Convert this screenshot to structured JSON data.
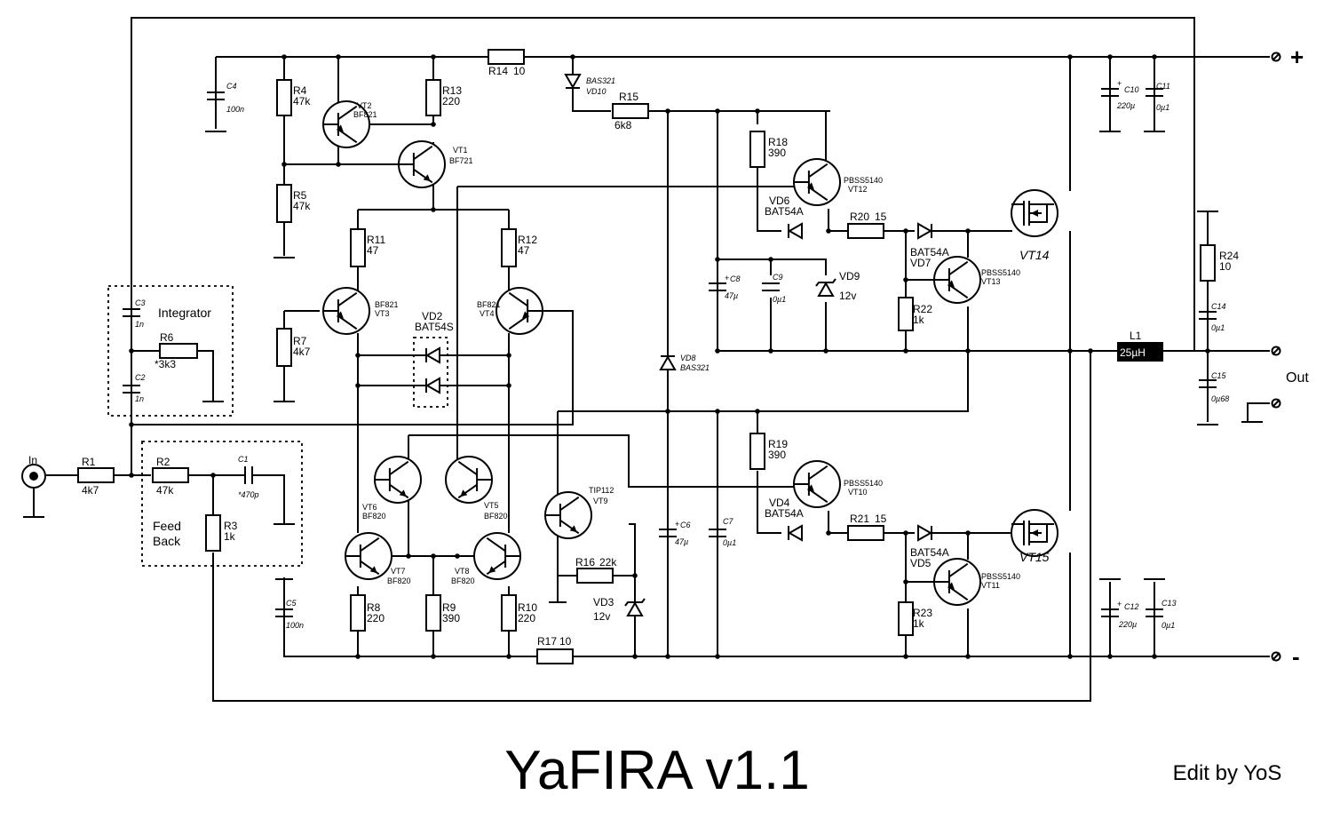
{
  "title": "YaFIRA v1.1",
  "credit": "Edit by YoS",
  "terminals": {
    "plus": "+",
    "minus": "-",
    "out": "Out",
    "in": "In"
  },
  "blocks": {
    "integrator": "Integrator",
    "feedback_1": "Feed",
    "feedback_2": "Back"
  },
  "components": {
    "R1": {
      "ref": "R1",
      "value": "4k7"
    },
    "R2": {
      "ref": "R2",
      "value": "47k"
    },
    "R3": {
      "ref": "R3",
      "value": "1k"
    },
    "R4": {
      "ref": "R4",
      "value": "47k"
    },
    "R5": {
      "ref": "R5",
      "value": "47k"
    },
    "R6": {
      "ref": "R6",
      "value": "*3k3"
    },
    "R7": {
      "ref": "R7",
      "value": "4k7"
    },
    "R8": {
      "ref": "R8",
      "value": "220"
    },
    "R9": {
      "ref": "R9",
      "value": "390"
    },
    "R10": {
      "ref": "R10",
      "value": "220"
    },
    "R11": {
      "ref": "R11",
      "value": "47"
    },
    "R12": {
      "ref": "R12",
      "value": "47"
    },
    "R13": {
      "ref": "R13",
      "value": "220"
    },
    "R14": {
      "ref": "R14",
      "value": "10"
    },
    "R15": {
      "ref": "R15",
      "value": "6k8"
    },
    "R16": {
      "ref": "R16",
      "value": "22k"
    },
    "R17": {
      "ref": "R17",
      "value": "10"
    },
    "R18": {
      "ref": "R18",
      "value": "390"
    },
    "R19": {
      "ref": "R19",
      "value": "390"
    },
    "R20": {
      "ref": "R20",
      "value": "15"
    },
    "R21": {
      "ref": "R21",
      "value": "15"
    },
    "R22": {
      "ref": "R22",
      "value": "1k"
    },
    "R23": {
      "ref": "R23",
      "value": "1k"
    },
    "R24": {
      "ref": "R24",
      "value": "10"
    },
    "C1": {
      "ref": "C1",
      "value": "*470p"
    },
    "C2": {
      "ref": "C2",
      "value": "1n"
    },
    "C3": {
      "ref": "C3",
      "value": "1n"
    },
    "C4": {
      "ref": "C4",
      "value": "100n"
    },
    "C5": {
      "ref": "C5",
      "value": "100n"
    },
    "C6": {
      "ref": "C6",
      "value": "47µ"
    },
    "C7": {
      "ref": "C7",
      "value": "0µ1"
    },
    "C8": {
      "ref": "C8",
      "value": "47µ"
    },
    "C9": {
      "ref": "C9",
      "value": "0µ1"
    },
    "C10": {
      "ref": "C10",
      "value": "220µ"
    },
    "C11": {
      "ref": "C11",
      "value": "0µ1"
    },
    "C12": {
      "ref": "C12",
      "value": "220µ"
    },
    "C13": {
      "ref": "C13",
      "value": "0µ1"
    },
    "C14": {
      "ref": "C14",
      "value": "0µ1"
    },
    "C15": {
      "ref": "C15",
      "value": "0µ68"
    },
    "L1": {
      "ref": "L1",
      "value": "25µH"
    },
    "VT1": {
      "ref": "VT1",
      "type": "BF721"
    },
    "VT2": {
      "ref": "VT2",
      "type": "BF821"
    },
    "VT3": {
      "ref": "VT3",
      "type": "BF821"
    },
    "VT4": {
      "ref": "VT4",
      "type": "BF821"
    },
    "VT5": {
      "ref": "VT5",
      "type": "BF820"
    },
    "VT6": {
      "ref": "VT6",
      "type": "BF820"
    },
    "VT7": {
      "ref": "VT7",
      "type": "BF820"
    },
    "VT8": {
      "ref": "VT8",
      "type": "BF820"
    },
    "VT9": {
      "ref": "VT9",
      "type": "TIP112"
    },
    "VT10": {
      "ref": "VT10",
      "type": "PBSS5140"
    },
    "VT11": {
      "ref": "VT11",
      "type": "PBSS5140"
    },
    "VT12": {
      "ref": "VT12",
      "type": "PBSS5140"
    },
    "VT13": {
      "ref": "VT13",
      "type": "PBSS5140"
    },
    "VT14": {
      "ref": "VT14"
    },
    "VT15": {
      "ref": "VT15"
    },
    "VD2": {
      "ref": "VD2",
      "type": "BAT54S"
    },
    "VD3": {
      "ref": "VD3",
      "value": "12v"
    },
    "VD4": {
      "ref": "VD4",
      "type": "BAT54A"
    },
    "VD5": {
      "ref": "VD5",
      "type": "BAT54A"
    },
    "VD6": {
      "ref": "VD6",
      "type": "BAT54A"
    },
    "VD7": {
      "ref": "VD7",
      "type": "BAT54A"
    },
    "VD8": {
      "ref": "VD8",
      "type": "BAS321"
    },
    "VD9": {
      "ref": "VD9",
      "value": "12v"
    },
    "VD10": {
      "ref": "VD10",
      "type": "BAS321"
    }
  }
}
